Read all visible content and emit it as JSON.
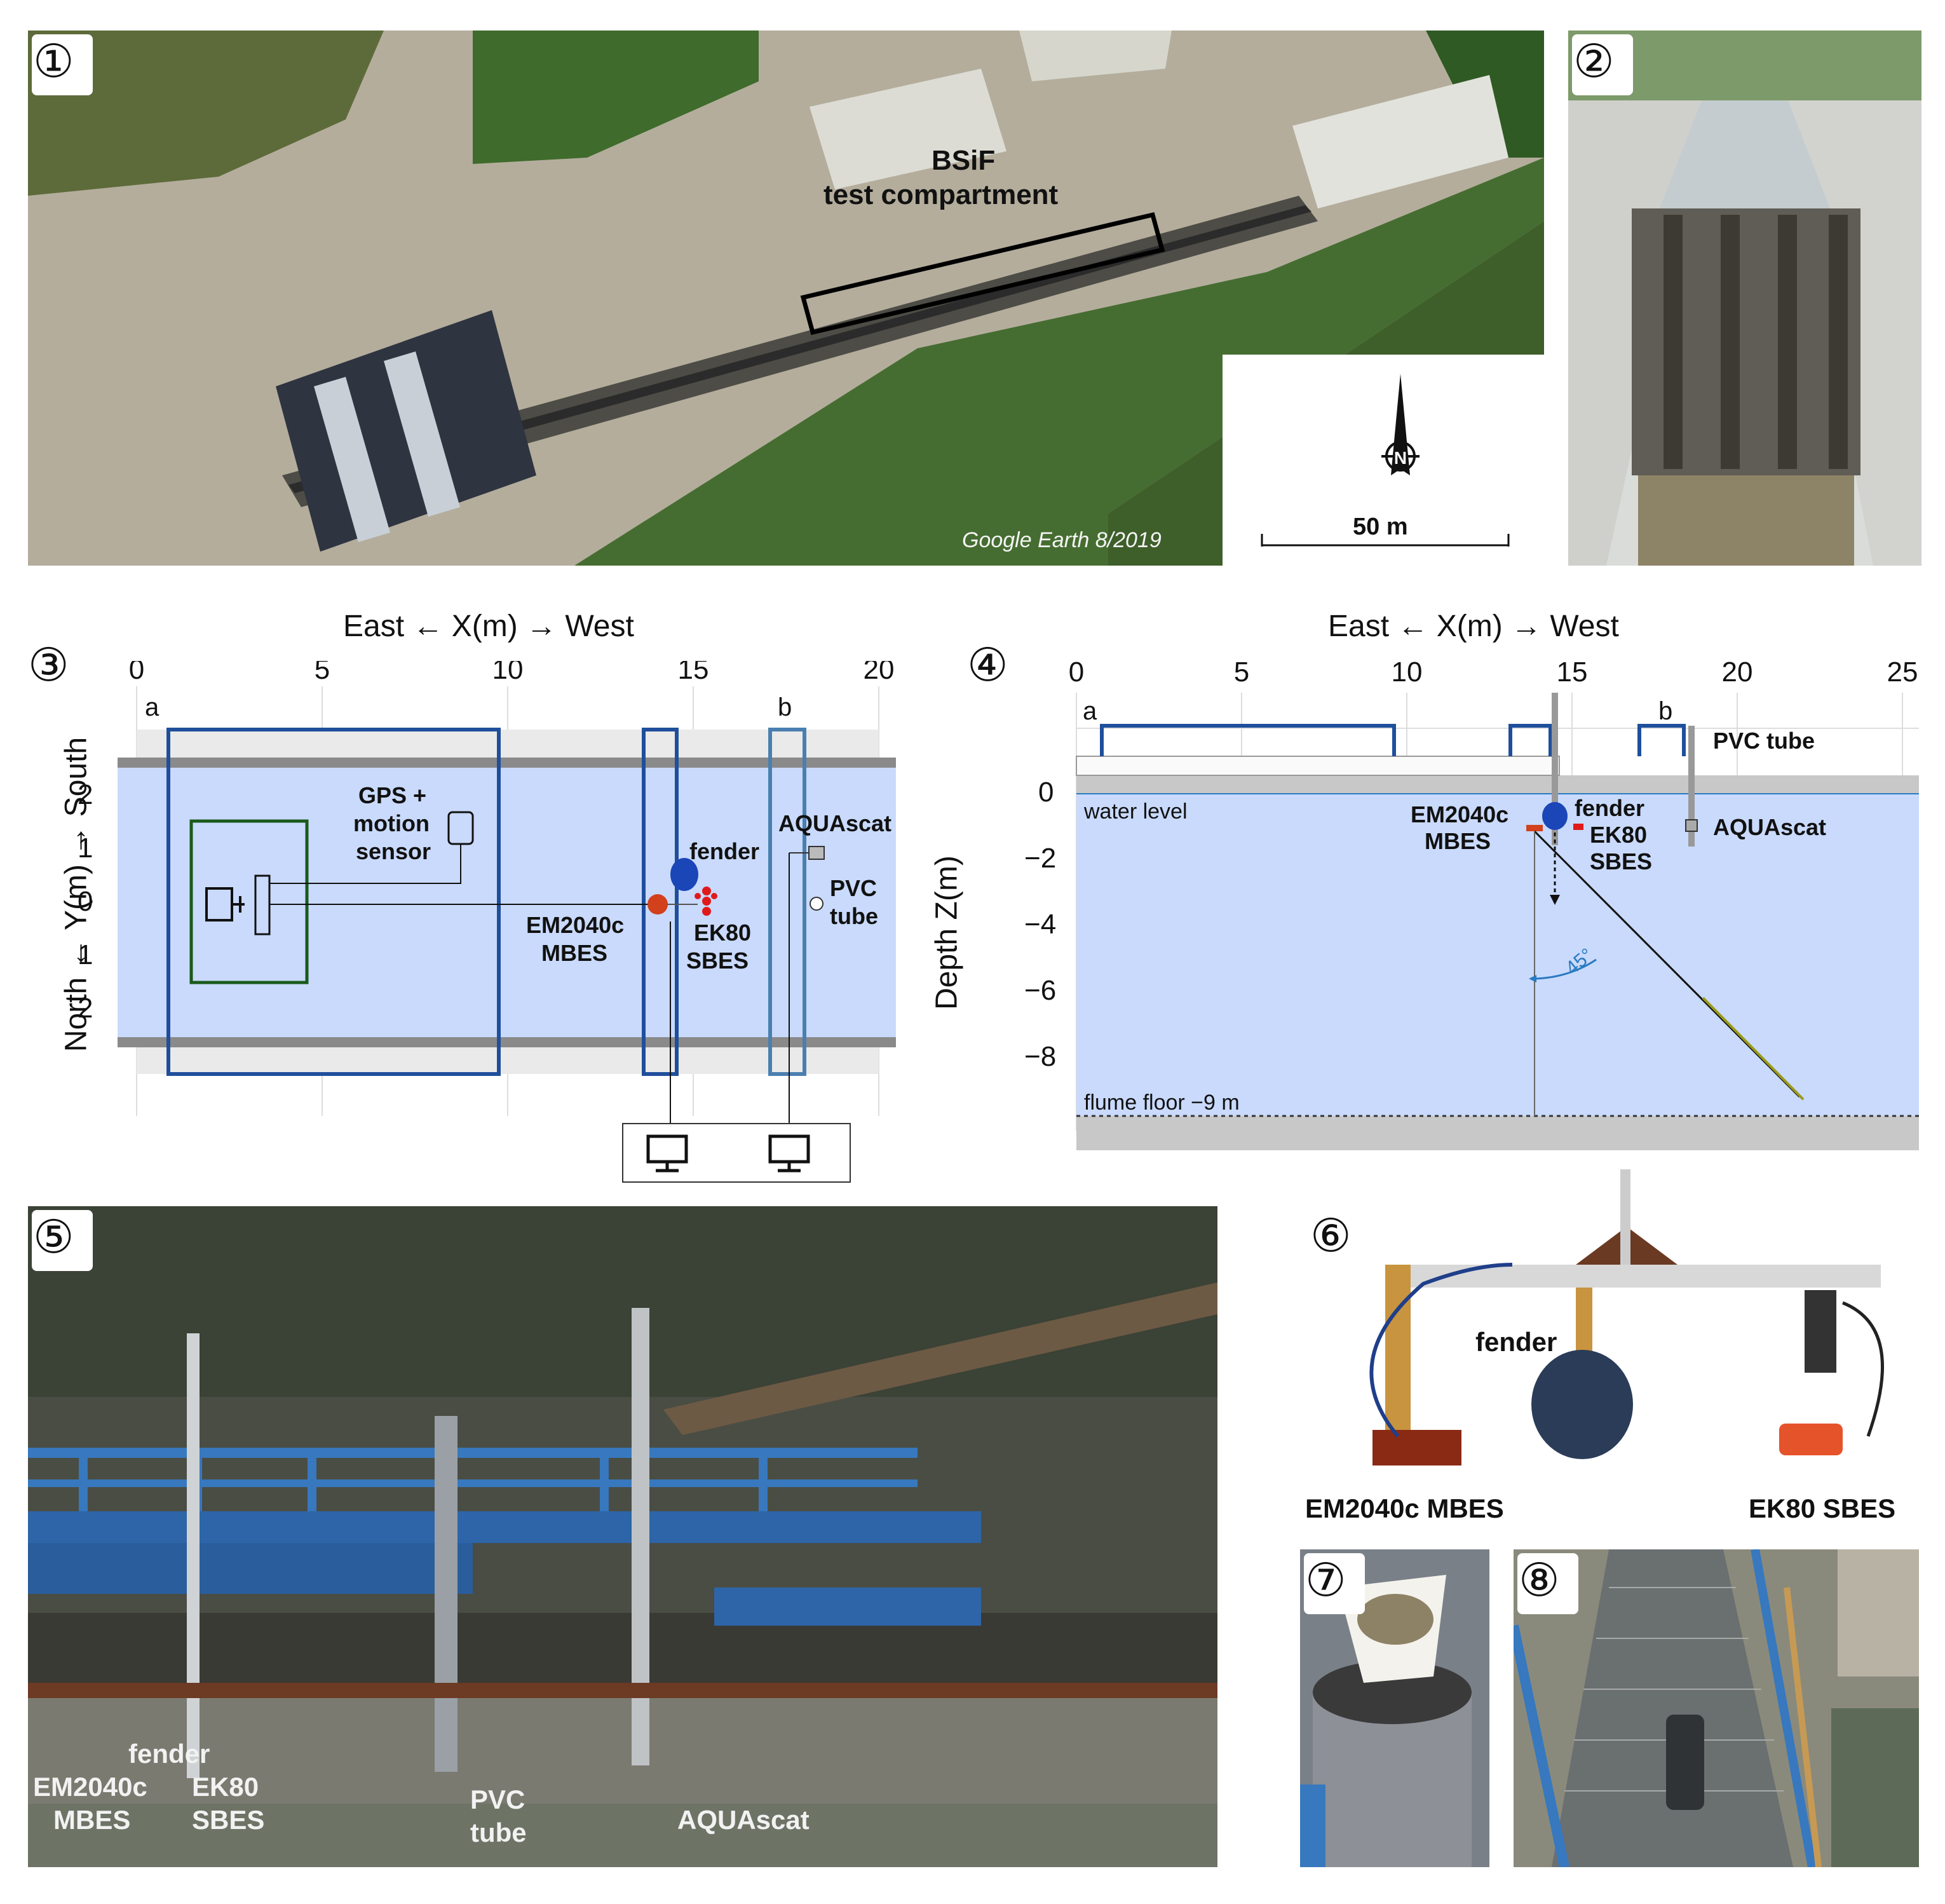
{
  "panels": {
    "p1": {
      "number": "①",
      "label_line1": "BSiF",
      "label_line2": "test compartment",
      "credit": "Google Earth 8/2019",
      "scale_label": "50 m",
      "north_label": "N"
    },
    "p2": {
      "number": "②"
    },
    "p3": {
      "number": "③",
      "x_axis_title": "East ← X(m) → West",
      "y_axis_title": "North ← Y(m) → South",
      "x_ticks": [
        "0",
        "5",
        "10",
        "15",
        "20"
      ],
      "y_ticks": [
        "2",
        "1",
        "0",
        "1",
        "2"
      ],
      "marker_a": "a",
      "marker_b": "b",
      "gps_line1": "GPS +",
      "gps_line2": "motion",
      "gps_line3": "sensor",
      "fender": "fender",
      "aquascat": "AQUAscat",
      "pvc_line1": "PVC",
      "pvc_line2": "tube",
      "em_line1": "EM2040c",
      "em_line2": "MBES",
      "ek_line1": "EK80",
      "ek_line2": "SBES"
    },
    "p4": {
      "number": "④",
      "x_axis_title": "East ← X(m) → West",
      "y_axis_title": "Depth Z(m)",
      "x_ticks": [
        "0",
        "5",
        "10",
        "15",
        "20",
        "25"
      ],
      "y_ticks": [
        "0",
        "−2",
        "−4",
        "−6",
        "−8"
      ],
      "marker_a": "a",
      "marker_b": "b",
      "pvc_tube": "PVC tube",
      "aquascat": "AQUAscat",
      "water_level": "water level",
      "fender": "fender",
      "em_line1": "EM2040c",
      "em_line2": "MBES",
      "ek_line1": "EK80",
      "ek_line2": "SBES",
      "angle": "45°",
      "floor": "flume floor −9 m"
    },
    "p5": {
      "number": "⑤",
      "fender": "fender",
      "em_line1": "EM2040c",
      "em_line2": "MBES",
      "ek_line1": "EK80",
      "ek_line2": "SBES",
      "pvc_line1": "PVC",
      "pvc_line2": "tube",
      "aquascat": "AQUAscat"
    },
    "p6": {
      "number": "⑥",
      "fender": "fender",
      "em": "EM2040c MBES",
      "ek": "EK80 SBES"
    },
    "p7": {
      "number": "⑦"
    },
    "p8": {
      "number": "⑧"
    }
  },
  "colors": {
    "water": "#c9dafc",
    "frame_blue": "#1f4f9c",
    "frame_lightblue": "#4a7fb0",
    "frame_green": "#1a5a1a",
    "em_red": "#d2401c",
    "ek_red": "#e01a1a",
    "fender_blue": "#1a46b8",
    "wall_gray": "#8a8a8a"
  }
}
